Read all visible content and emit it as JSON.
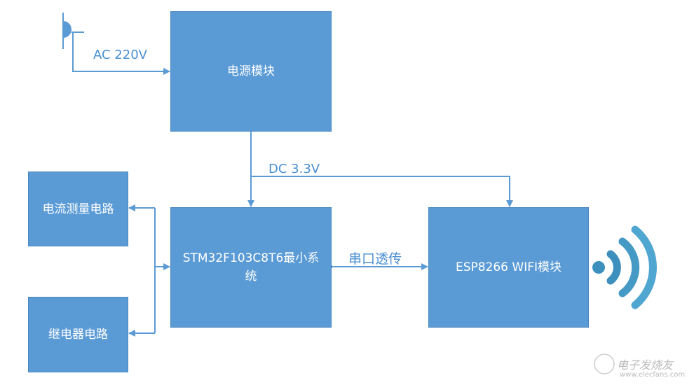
{
  "boxes": {
    "power": "电源模块",
    "current": "电流测量电路",
    "relay": "继电器电路",
    "mcu": "STM32F103C8T6最小系统",
    "wifi": "ESP8266 WIFI模块"
  },
  "labels": {
    "ac": "AC 220V",
    "dc": "DC 3.3V",
    "uart": "串口透传"
  },
  "watermark": {
    "name": "电子发烧友",
    "url": "www.elecfans.com"
  },
  "colors": {
    "box": "#5b9bd5",
    "line": "#5b9bd5",
    "wifi": "#3d94c2"
  }
}
